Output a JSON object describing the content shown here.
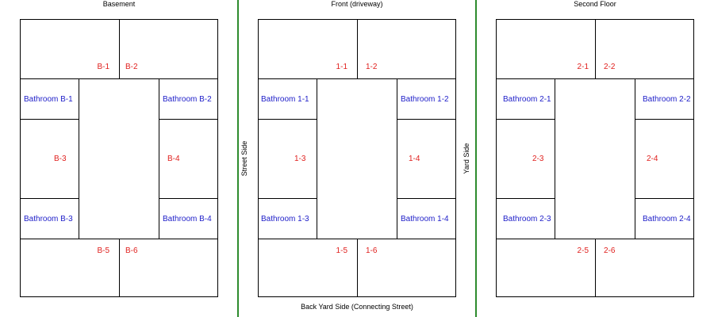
{
  "colors": {
    "room_label": "#e0201e",
    "bathroom_label": "#1c1cc8",
    "divider": "#2e8b2e",
    "wall": "#000000"
  },
  "labels": {
    "front": "Front (driveway)",
    "street_side": "Street Side",
    "yard_side": "Yard Side",
    "back": "Back Yard Side (Connecting Street)"
  },
  "floors": [
    {
      "title": "Basement",
      "rooms": {
        "top_left": "B-1",
        "top_right": "B-2",
        "mid_left": "B-3",
        "mid_right": "B-4",
        "bottom_left": "B-5",
        "bottom_right": "B-6"
      },
      "bathrooms": {
        "top_left": "Bathroom B-1",
        "top_right": "Bathroom B-2",
        "bottom_left": "Bathroom B-3",
        "bottom_right": "Bathroom B-4"
      }
    },
    {
      "title": "",
      "rooms": {
        "top_left": "1-1",
        "top_right": "1-2",
        "mid_left": "1-3",
        "mid_right": "1-4",
        "bottom_left": "1-5",
        "bottom_right": "1-6"
      },
      "bathrooms": {
        "top_left": "Bathroom 1-1",
        "top_right": "Bathroom 1-2",
        "bottom_left": "Bathroom 1-3",
        "bottom_right": "Bathroom 1-4"
      }
    },
    {
      "title": "Second Floor",
      "rooms": {
        "top_left": "2-1",
        "top_right": "2-2",
        "mid_left": "2-3",
        "mid_right": "2-4",
        "bottom_left": "2-5",
        "bottom_right": "2-6"
      },
      "bathrooms": {
        "top_left": "Bathroom 2-1",
        "top_right": "Bathroom 2-2",
        "bottom_left": "Bathroom 2-3",
        "bottom_right": "Bathroom 2-4"
      }
    }
  ]
}
